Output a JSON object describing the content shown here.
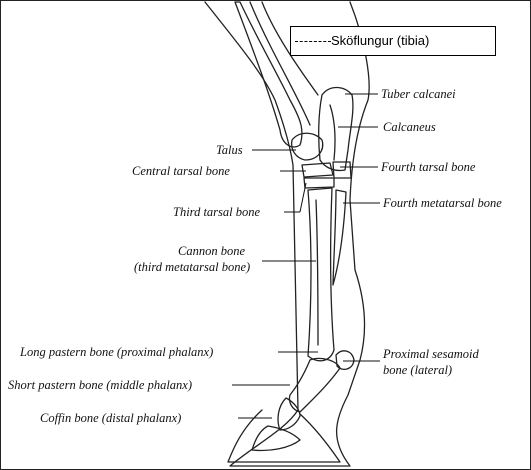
{
  "tibia_label": "Sköflungur (tibia)",
  "labels": {
    "tuber_calcanei": "Tuber calcanei",
    "calcaneus": "Calcaneus",
    "talus": "Talus",
    "central_tarsal": "Central tarsal bone",
    "fourth_tarsal": "Fourth tarsal bone",
    "third_tarsal": "Third tarsal bone",
    "fourth_metatarsal": "Fourth metatarsal bone",
    "cannon_line1": "Cannon bone",
    "cannon_line2": "(third metatarsal bone)",
    "sesamoid_line1": "Proximal sesamoid",
    "sesamoid_line2": "bone (lateral)",
    "long_pastern": "Long pastern bone (proximal phalanx)",
    "short_pastern": "Short pastern bone (middle phalanx)",
    "coffin": "Coffin bone (distal phalanx)"
  }
}
